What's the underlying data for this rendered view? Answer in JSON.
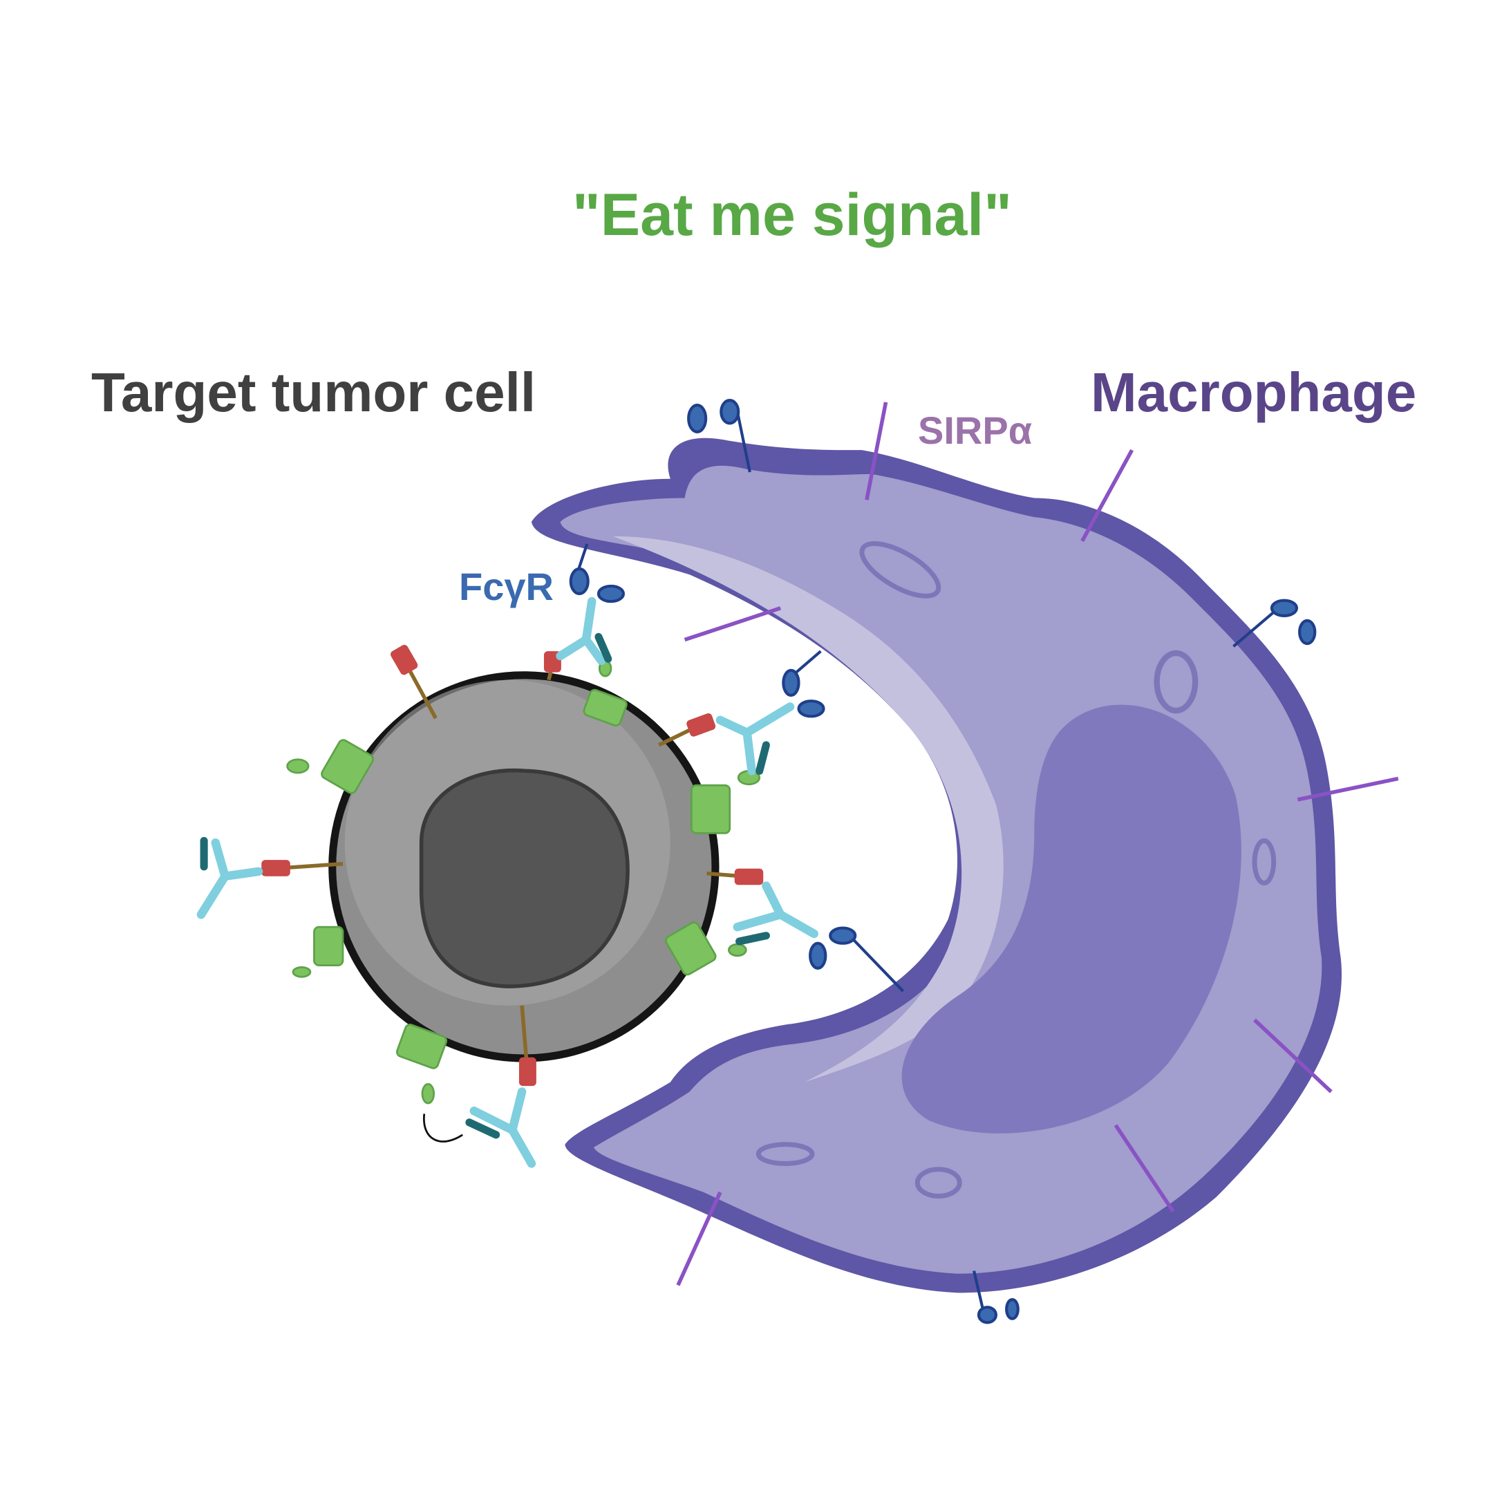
{
  "labels": {
    "eat_me_signal": "\"Eat me signal\"",
    "target_tumor_cell": "Target tumor cell",
    "macrophage": "Macrophage",
    "sirpa": "SIRPα",
    "fcgr": "FcγR"
  },
  "colors": {
    "eat_me_signal": "#58a846",
    "target_tumor_cell": "#404040",
    "macrophage": "#5a4589",
    "sirpa": "#9b72aa",
    "fcgr": "#3a6ab0",
    "macrophage_membrane": "#5e56a6",
    "macrophage_body": "#a29ecd",
    "tumor_cell": "#8a8a8a",
    "antibody": "#a8e0ec",
    "receptor_green": "#7cc360",
    "ligand_red": "#c94848"
  }
}
